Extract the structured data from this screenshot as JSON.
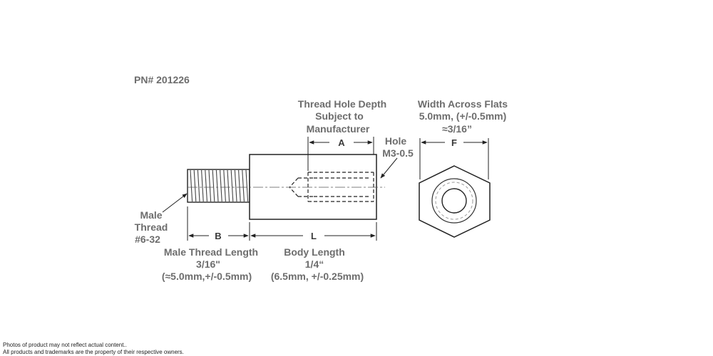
{
  "part_number": "PN# 201226",
  "labels": {
    "thread_hole_depth": [
      "Thread Hole Depth",
      "Subject to",
      "Manufacturer"
    ],
    "hole": [
      "Hole",
      "M3-0.5"
    ],
    "width_across_flats": [
      "Width Across Flats",
      "5.0mm, (+/-0.5mm)",
      "≈3/16”"
    ],
    "male_thread": [
      "Male",
      "Thread",
      "#6-32"
    ],
    "male_thread_length": [
      "Male Thread Length",
      "3/16\"",
      "(≈5.0mm,+/-0.5mm)"
    ],
    "body_length": [
      "Body Length",
      "1/4“",
      "(6.5mm, +/-0.25mm)"
    ]
  },
  "dimension_letters": {
    "a": "A",
    "b": "B",
    "l": "L",
    "f": "F"
  },
  "footer": {
    "line1": "Photos of product may not reflect actual content..",
    "line2": "All products and trademarks are the property of their respective owners."
  }
}
